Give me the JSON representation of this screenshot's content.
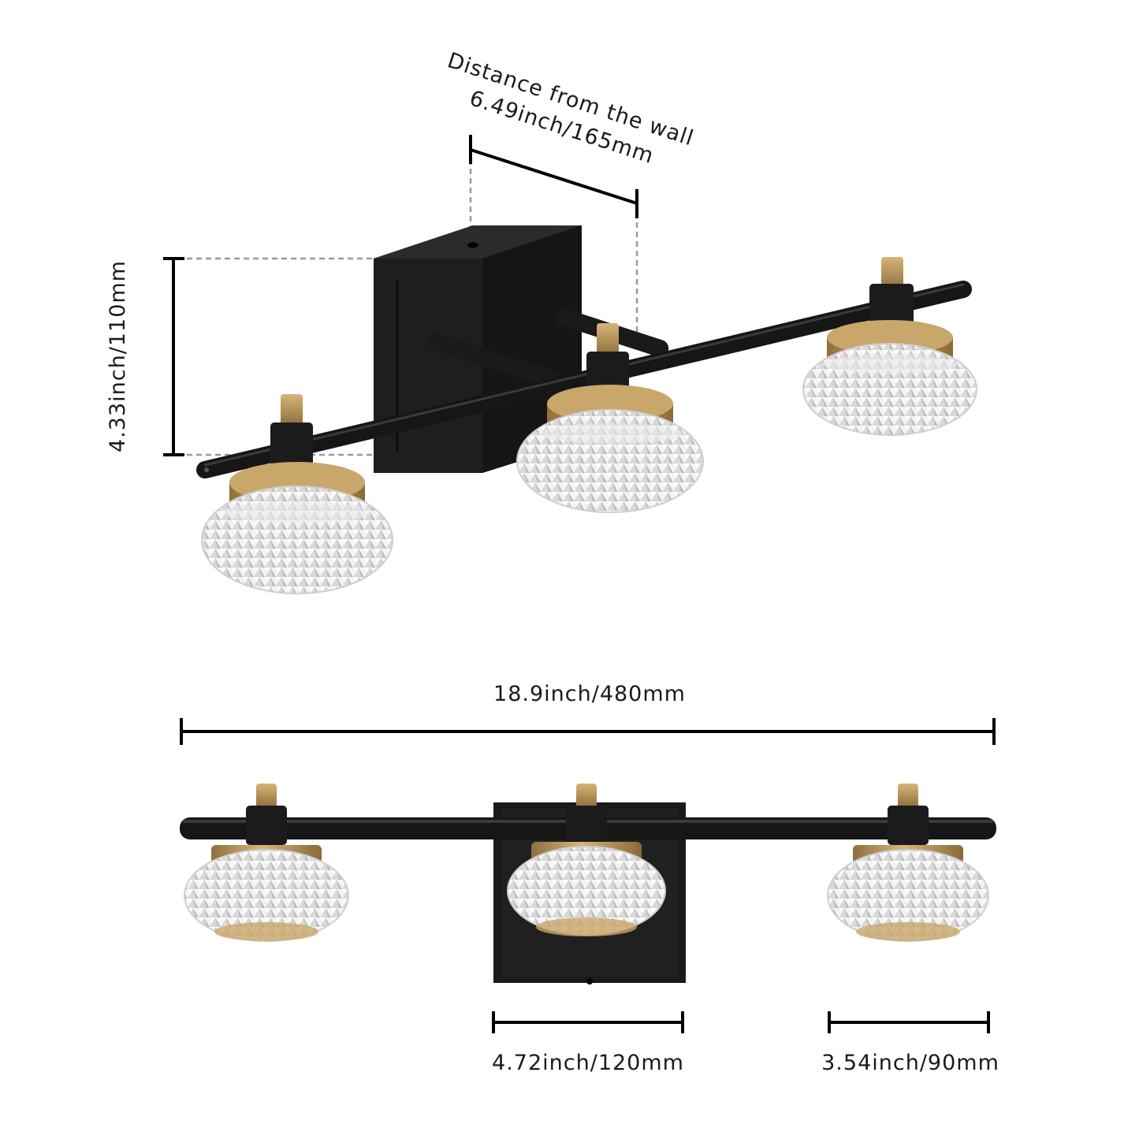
{
  "dimensions": {
    "distance_line1": "Distance from the wall",
    "distance_line2": "6.49inch/165mm",
    "height": "4.33inch/110mm",
    "width": "18.9inch/480mm",
    "backplate_width": "4.72inch/120mm",
    "shade_diameter": "3.54inch/90mm"
  },
  "colors": {
    "metal_black": "#1c1c1c",
    "brass": "#b8955a",
    "glass": "#eeeeee",
    "dim_line": "#000000",
    "dashed": "#9a9a9a"
  }
}
